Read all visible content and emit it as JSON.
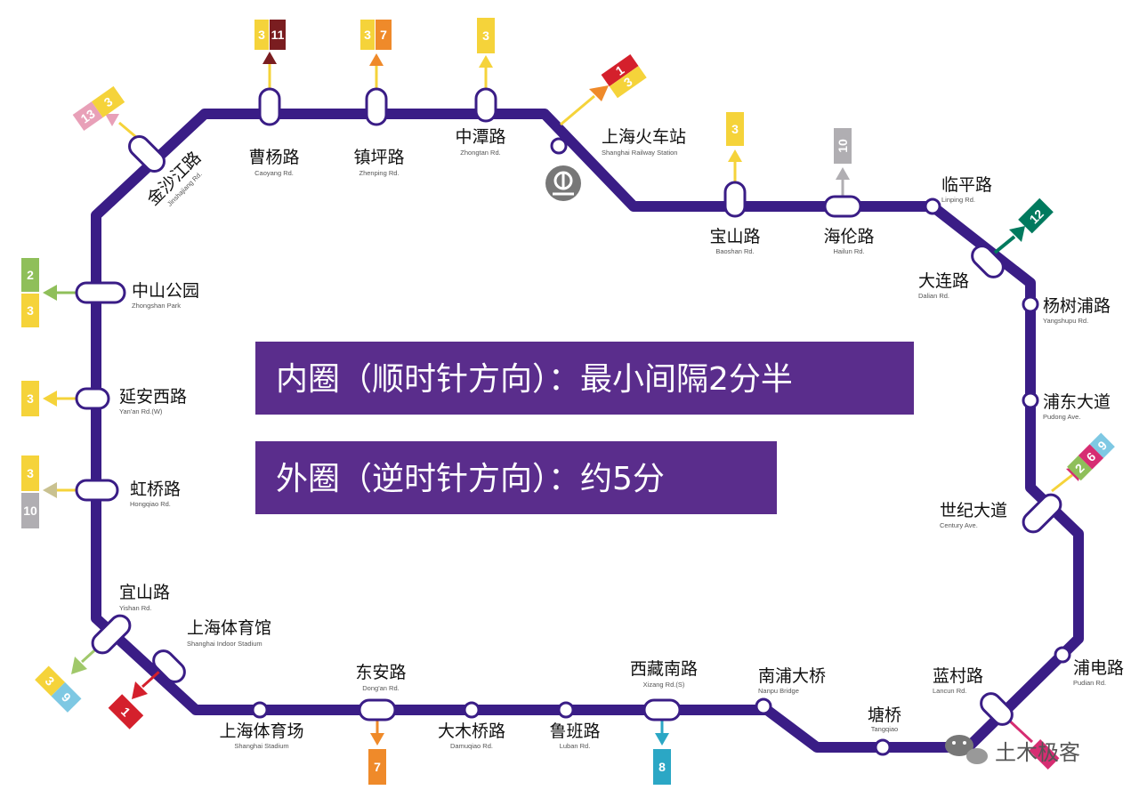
{
  "colors": {
    "line": "#3a1d86",
    "banner": "#5a2d8c",
    "banner_text": "#ffffff",
    "line1": "#d4202c",
    "line2": "#8fbf5a",
    "line3": "#f5d33a",
    "line5": "#b26fb0",
    "line6": "#d62d72",
    "line7": "#ef8a2a",
    "line8": "#2ba7c5",
    "line9": "#7ec8e3",
    "line10": "#b0aeb2",
    "line11": "#7a1d20",
    "line12": "#007a5e"
  },
  "banners": {
    "inner": "内圈（顺时针方向）：最小间隔2分半",
    "outer": "外圈（逆时针方向）：约5分"
  },
  "stations": {
    "jinshajiang": {
      "cn": "金沙江路",
      "en": "Jinshajiang Rd."
    },
    "caoyang": {
      "cn": "曹杨路",
      "en": "Caoyang Rd."
    },
    "zhenping": {
      "cn": "镇坪路",
      "en": "Zhenping Rd."
    },
    "zhongtan": {
      "cn": "中潭路",
      "en": "Zhongtan Rd."
    },
    "railway": {
      "cn": "上海火车站",
      "en": "Shanghai Railway Station"
    },
    "baoshan": {
      "cn": "宝山路",
      "en": "Baoshan Rd."
    },
    "hailun": {
      "cn": "海伦路",
      "en": "Hailun Rd."
    },
    "linping": {
      "cn": "临平路",
      "en": "Linping Rd."
    },
    "dalian": {
      "cn": "大连路",
      "en": "Dalian Rd."
    },
    "yangshupu": {
      "cn": "杨树浦路",
      "en": "Yangshupu Rd."
    },
    "pudong": {
      "cn": "浦东大道",
      "en": "Pudong Ave."
    },
    "century": {
      "cn": "世纪大道",
      "en": "Century Ave."
    },
    "pudian": {
      "cn": "浦电路",
      "en": "Pudian Rd."
    },
    "lancun": {
      "cn": "蓝村路",
      "en": "Lancun Rd."
    },
    "tangqiao": {
      "cn": "塘桥",
      "en": "Tangqiao"
    },
    "nanpu": {
      "cn": "南浦大桥",
      "en": "Nanpu Bridge"
    },
    "xizang": {
      "cn": "西藏南路",
      "en": "Xizang Rd.(S)"
    },
    "luban": {
      "cn": "鲁班路",
      "en": "Luban Rd."
    },
    "damuqiao": {
      "cn": "大木桥路",
      "en": "Damuqiao Rd."
    },
    "dongan": {
      "cn": "东安路",
      "en": "Dong'an Rd."
    },
    "stadium": {
      "cn": "上海体育场",
      "en": "Shanghai Stadium"
    },
    "indoor": {
      "cn": "上海体育馆",
      "en": "Shanghai Indoor Stadium"
    },
    "yishan": {
      "cn": "宜山路",
      "en": "Yishan Rd."
    },
    "hongqiao": {
      "cn": "虹桥路",
      "en": "Hongqiao Rd."
    },
    "yanan": {
      "cn": "延安西路",
      "en": "Yan'an Rd.(W)"
    },
    "zhongshan": {
      "cn": "中山公园",
      "en": "Zhongshan Park"
    }
  },
  "transfers": {
    "caoyang": [
      "3",
      "11"
    ],
    "zhenping": [
      "3",
      "7"
    ],
    "zhongtan": [
      "3"
    ],
    "railway": [
      "1",
      "3"
    ],
    "baoshan": [
      "3"
    ],
    "hailun": [
      "10"
    ],
    "dalian": [
      "12"
    ],
    "century": [
      "2",
      "6",
      "9"
    ],
    "jinshajiang": [
      "13",
      "3"
    ],
    "zhongshan": [
      "2",
      "3"
    ],
    "yanan": [
      "3"
    ],
    "hongqiao": [
      "3",
      "10"
    ],
    "yishan": [
      "3",
      "9"
    ],
    "indoor": [
      "1"
    ],
    "dongan": [
      "7"
    ],
    "xizang": [
      "8"
    ]
  },
  "icons": {
    "railway": "railway-station-icon"
  },
  "watermark": "土木极客"
}
